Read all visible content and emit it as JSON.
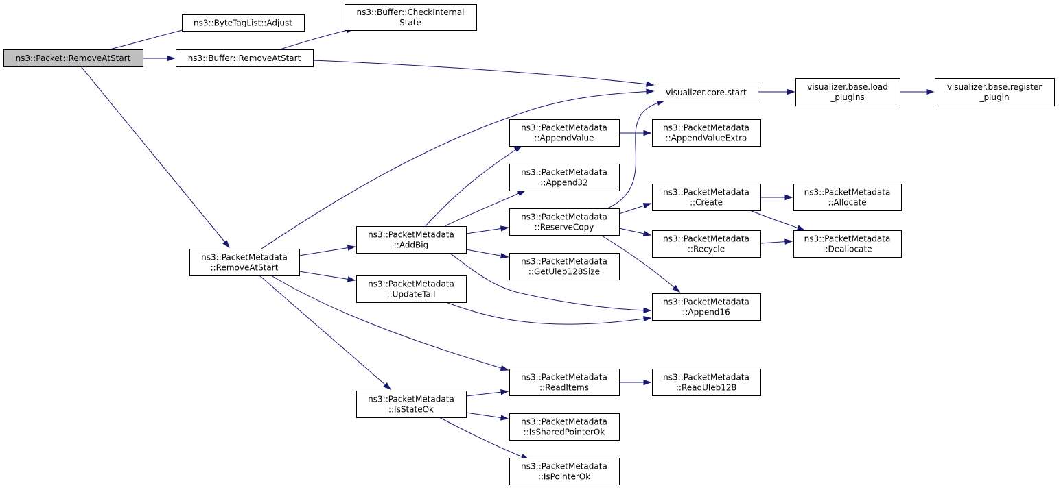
{
  "graph": {
    "edge_color": "#191970",
    "root_fill": "#bfbfbf",
    "nodes": {
      "packet_remove": [
        "ns3::Packet::RemoveAtStart"
      ],
      "bytetag_adjust": [
        "ns3::ByteTagList::Adjust"
      ],
      "buffer_check": [
        "ns3::Buffer::CheckInternal",
        "State"
      ],
      "buffer_remove": [
        "ns3::Buffer::RemoveAtStart"
      ],
      "viz_start": [
        "visualizer.core.start"
      ],
      "viz_load": [
        "visualizer.base.load",
        "_plugins"
      ],
      "viz_register": [
        "visualizer.base.register",
        "_plugin"
      ],
      "pm_append_value": [
        "ns3::PacketMetadata",
        "::AppendValue"
      ],
      "pm_append_value_extra": [
        "ns3::PacketMetadata",
        "::AppendValueExtra"
      ],
      "pm_append32": [
        "ns3::PacketMetadata",
        "::Append32"
      ],
      "pm_create": [
        "ns3::PacketMetadata",
        "::Create"
      ],
      "pm_allocate": [
        "ns3::PacketMetadata",
        "::Allocate"
      ],
      "pm_addbig": [
        "ns3::PacketMetadata",
        "::AddBig"
      ],
      "pm_reservecopy": [
        "ns3::PacketMetadata",
        "::ReserveCopy"
      ],
      "pm_recycle": [
        "ns3::PacketMetadata",
        "::Recycle"
      ],
      "pm_deallocate": [
        "ns3::PacketMetadata",
        "::Deallocate"
      ],
      "pm_removeatstart": [
        "ns3::PacketMetadata",
        "::RemoveAtStart"
      ],
      "pm_getuleb128size": [
        "ns3::PacketMetadata",
        "::GetUleb128Size"
      ],
      "pm_updatetail": [
        "ns3::PacketMetadata",
        "::UpdateTail"
      ],
      "pm_append16": [
        "ns3::PacketMetadata",
        "::Append16"
      ],
      "pm_readitems": [
        "ns3::PacketMetadata",
        "::ReadItems"
      ],
      "pm_readuleb128": [
        "ns3::PacketMetadata",
        "::ReadUleb128"
      ],
      "pm_isstateok": [
        "ns3::PacketMetadata",
        "::IsStateOk"
      ],
      "pm_issharedpointerok": [
        "ns3::PacketMetadata",
        "::IsSharedPointerOk"
      ],
      "pm_ispointerok": [
        "ns3::PacketMetadata",
        "::IsPointerOk"
      ]
    },
    "edges": [
      [
        "packet_remove",
        "bytetag_adjust"
      ],
      [
        "packet_remove",
        "buffer_remove"
      ],
      [
        "packet_remove",
        "pm_removeatstart"
      ],
      [
        "buffer_remove",
        "buffer_check"
      ],
      [
        "buffer_remove",
        "viz_start"
      ],
      [
        "viz_start",
        "viz_load"
      ],
      [
        "viz_load",
        "viz_register"
      ],
      [
        "pm_removeatstart",
        "viz_start"
      ],
      [
        "pm_removeatstart",
        "pm_addbig"
      ],
      [
        "pm_removeatstart",
        "pm_updatetail"
      ],
      [
        "pm_removeatstart",
        "pm_readitems"
      ],
      [
        "pm_removeatstart",
        "pm_isstateok"
      ],
      [
        "pm_addbig",
        "pm_append_value"
      ],
      [
        "pm_addbig",
        "pm_append32"
      ],
      [
        "pm_addbig",
        "pm_reservecopy"
      ],
      [
        "pm_addbig",
        "pm_getuleb128size"
      ],
      [
        "pm_addbig",
        "pm_append16"
      ],
      [
        "pm_append_value",
        "pm_append_value_extra"
      ],
      [
        "pm_reservecopy",
        "viz_start"
      ],
      [
        "pm_reservecopy",
        "pm_create"
      ],
      [
        "pm_reservecopy",
        "pm_recycle"
      ],
      [
        "pm_reservecopy",
        "pm_append16"
      ],
      [
        "pm_create",
        "pm_allocate"
      ],
      [
        "pm_create",
        "pm_deallocate"
      ],
      [
        "pm_recycle",
        "pm_deallocate"
      ],
      [
        "pm_updatetail",
        "pm_append16"
      ],
      [
        "pm_readitems",
        "pm_readuleb128"
      ],
      [
        "pm_isstateok",
        "pm_readitems"
      ],
      [
        "pm_isstateok",
        "pm_issharedpointerok"
      ],
      [
        "pm_isstateok",
        "pm_ispointerok"
      ]
    ]
  }
}
